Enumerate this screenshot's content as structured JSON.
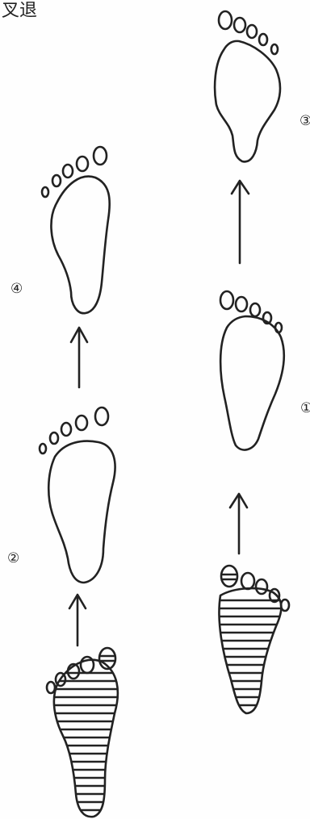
{
  "title": "叉退",
  "steps": [
    {
      "label": "④",
      "side": "left",
      "state": "next"
    },
    {
      "label": "③",
      "side": "right",
      "state": "next"
    },
    {
      "label": "②",
      "side": "left",
      "state": "next"
    },
    {
      "label": "①",
      "side": "right",
      "state": "next"
    }
  ],
  "start_feet": [
    {
      "side": "left",
      "state": "start"
    },
    {
      "side": "right",
      "state": "start"
    }
  ],
  "colors": {
    "ink": "#222222",
    "paper": "#fefefe"
  }
}
